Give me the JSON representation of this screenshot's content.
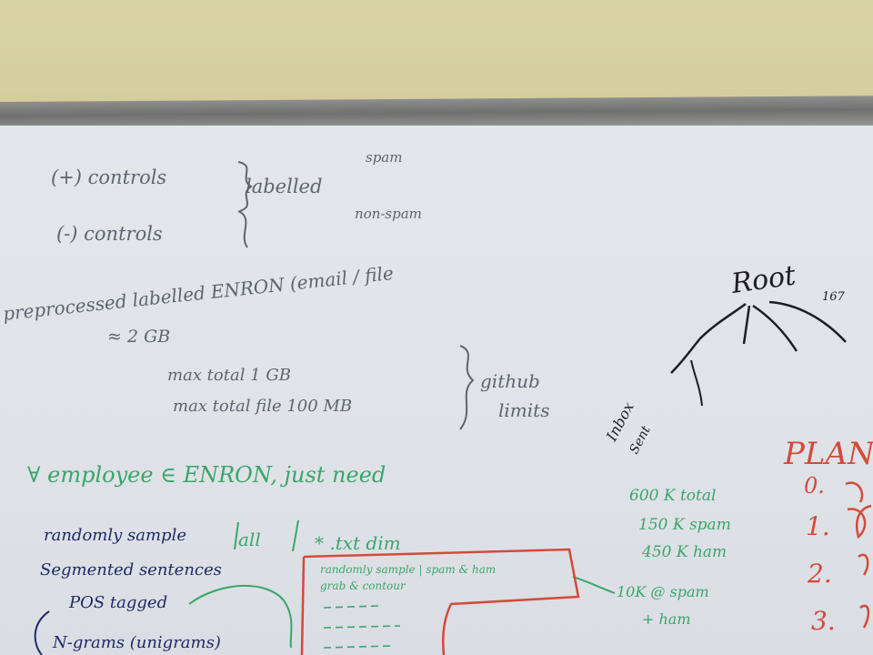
{
  "board": {
    "top_notes": {
      "line1": "(+) controls",
      "line2": "(-) controls",
      "bracket_label": "labelled",
      "spam": "spam",
      "non_spam": "non-spam",
      "line3": "preprocessed  labelled ENRON  (email / file",
      "size": "≈ 2 GB",
      "limit1": "max total  1 GB",
      "limit2": "max total file  100 MB",
      "limits_note": "github",
      "limits_note2": "limits"
    },
    "green_notes": {
      "headline": "∀ employee ∈ ENRON, just need",
      "all": "all",
      "txt": "* .txt  dim",
      "total": "600 K total",
      "spam": "150 K spam",
      "ham": "450 K ham",
      "sample": "10K @ spam",
      "sample2": "+ ham"
    },
    "navy_notes": {
      "step1": "randomly sample",
      "step2": "Segmented sentences",
      "step3": "POS tagged",
      "step4": "N-grams (unigrams)"
    },
    "tree": {
      "root": "Root",
      "count": "167",
      "label1": "Inbox",
      "label2": "Sent"
    },
    "red_notes": {
      "box_text1": "randomly sample | spam & ham",
      "box_text2": "grab & contour",
      "plan_title": "PLAN",
      "items": [
        "0.",
        "1.",
        "2.",
        "3."
      ]
    }
  },
  "colors": {
    "wall": "#d6d0a0",
    "rail": "#7a7b79",
    "board": "#e0e4e9",
    "gray_marker": "#5e6470",
    "black_marker": "#1d1d22",
    "green_marker": "#3aa66a",
    "navy_marker": "#1f2a66",
    "red_marker": "#d44a3a"
  }
}
